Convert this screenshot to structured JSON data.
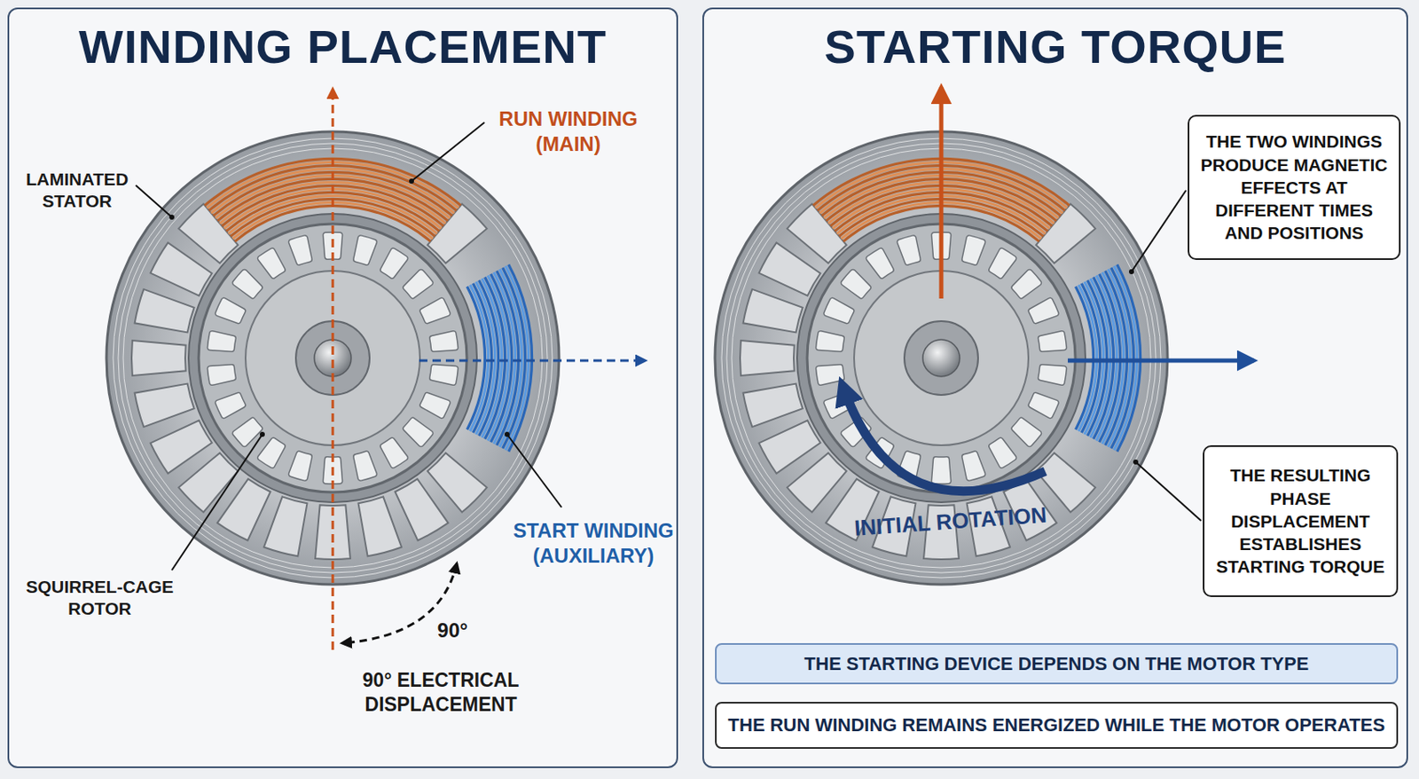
{
  "diagram": {
    "nodes": [
      {
        "text": [
          "WINDING PLACEMENT"
        ]
      },
      {
        "text": [
          "STARTING TORQUE"
        ]
      },
      {
        "text": [
          "THE TWO WINDINGS PRODUCE MAGNETIC EFFECTS AT DIFFERENT TIMES AND POSITIONS"
        ],
        "in": 1
      },
      {
        "text": [
          "THE RESULTING PHASE DISPLACEMENT ESTABLISHES STARTING TORQUE"
        ],
        "in": 1
      },
      {
        "text": [
          "THE STARTING DEVICE DEPENDS ON THE MOTOR TYPE"
        ],
        "in": 1
      },
      {
        "text": [
          "THE RUN WINDING REMAINS ENERGIZED WHILE THE MOTOR OPERATES"
        ],
        "in": 1
      }
    ],
    "labels": [
      "RUN WINDING (MAIN)",
      "LAMINATED STATOR",
      "START WINDING (AUXILIARY)",
      "SQUIRREL-CAGE ROTOR",
      "90°",
      "90° ELECTRICAL DISPLACEMENT",
      "INITIAL ROTATION"
    ]
  }
}
